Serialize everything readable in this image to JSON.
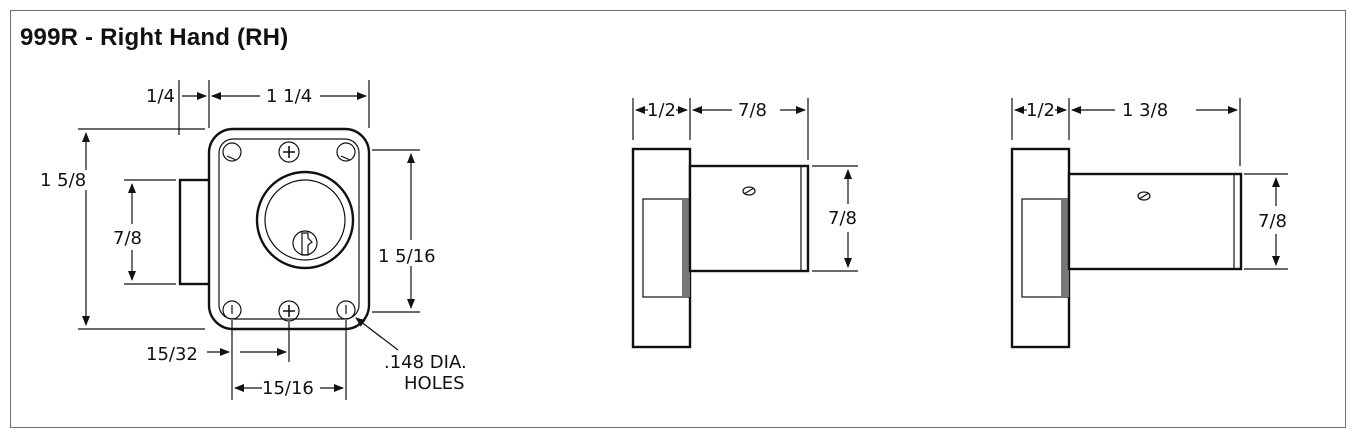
{
  "title": "999R - Right Hand (RH)",
  "front_view": {
    "dim_top_left": "1/4",
    "dim_top_width": "1 1/4",
    "dim_overall_height": "1 5/8",
    "dim_cylinder_height": "7/8",
    "dim_right_height": "1 5/16",
    "dim_hole_offset": "15/32",
    "dim_hole_spacing": "15/16",
    "note_line1": ".148 DIA.",
    "note_line2": "HOLES"
  },
  "side_view_1": {
    "dim_flange": "1/2",
    "dim_length": "7/8",
    "dim_height": "7/8"
  },
  "side_view_2": {
    "dim_flange": "1/2",
    "dim_length": "1 3/8",
    "dim_height": "7/8"
  }
}
